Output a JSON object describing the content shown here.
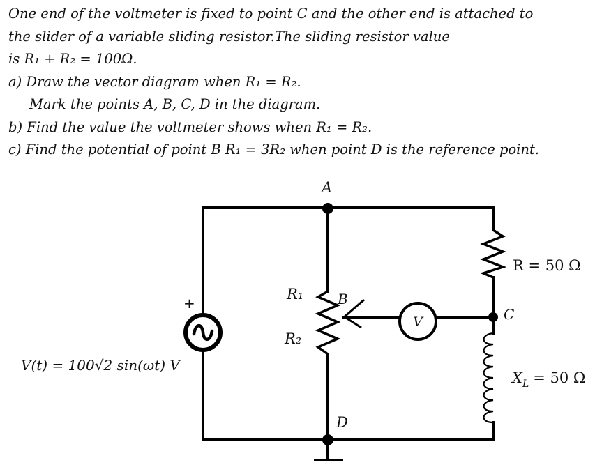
{
  "problem": {
    "lines": [
      "One end of the voltmeter is fixed to point C and the other end is attached to",
      "the slider of a variable sliding  resistor.The sliding resistor value",
      "is R₁ + R₂ = 100Ω.",
      "a) Draw the vector diagram when R₁ = R₂.",
      "Mark the points A, B, C, D in the diagram.",
      "b) Find the value the voltmeter shows when R₁ = R₂.",
      "c) Find the potential of point B R₁ = 3R₂ when point D is the reference point."
    ]
  },
  "circuit": {
    "node_a": "A",
    "node_b": "B",
    "node_c": "C",
    "node_d": "D",
    "r1": "R₁",
    "r2": "R₂",
    "resistor": "R = 50 Ω",
    "inductor": "X",
    "inductor_sub": "L",
    "inductor_value": "= 50 Ω",
    "voltmeter": "V",
    "plus": "+",
    "source": "V(t) = 100√2 sin(ωt) V"
  }
}
